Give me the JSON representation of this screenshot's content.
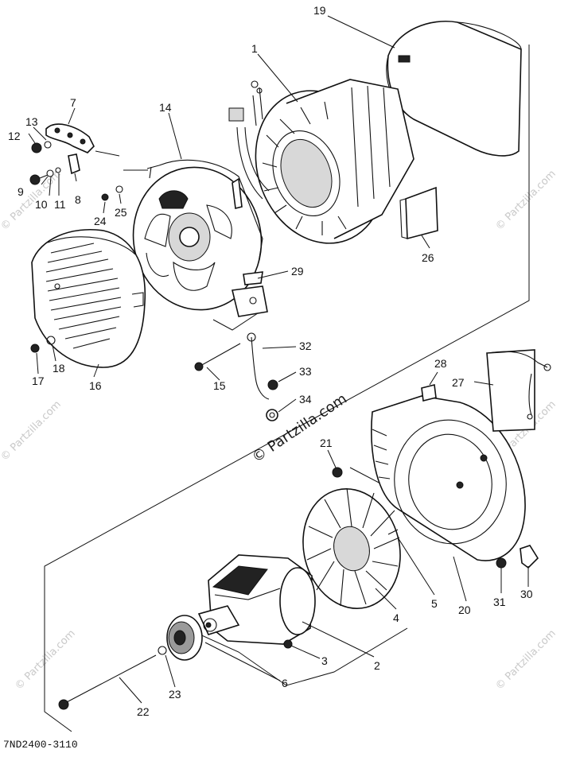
{
  "diagram_code": "7ND2400-3110",
  "watermark": "© Partzilla.com",
  "callouts": {
    "c1": "1",
    "c2": "2",
    "c3": "3",
    "c4": "4",
    "c5": "5",
    "c6": "6",
    "c7": "7",
    "c8": "8",
    "c9": "9",
    "c10": "10",
    "c11": "11",
    "c12": "12",
    "c13": "13",
    "c14": "14",
    "c15": "15",
    "c16": "16",
    "c17": "17",
    "c18": "18",
    "c19": "19",
    "c20": "20",
    "c21": "21",
    "c22": "22",
    "c23": "23",
    "c24": "24",
    "c25": "25",
    "c26": "26",
    "c27": "27",
    "c28": "28",
    "c29": "29",
    "c30": "30",
    "c31": "31",
    "c32": "32",
    "c33": "33",
    "c34": "34"
  }
}
